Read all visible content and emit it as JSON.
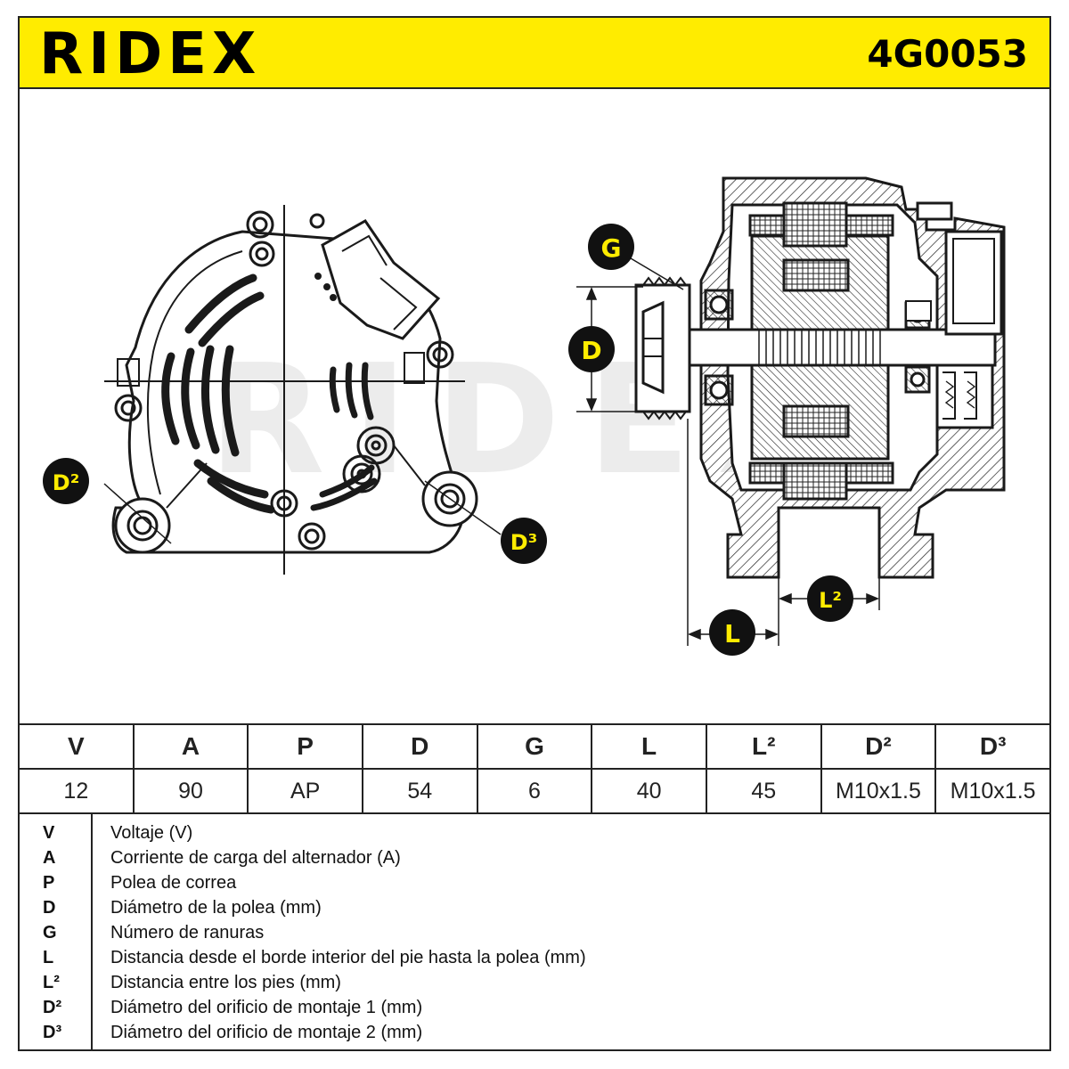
{
  "header": {
    "brand": "RIDEX",
    "part_number": "4G0053"
  },
  "watermark": "RIDEX",
  "callouts": {
    "G": "G",
    "D": "D",
    "D2": "D²",
    "D3": "D³",
    "L": "L",
    "L2": "L²"
  },
  "specs": {
    "headers": [
      "V",
      "A",
      "P",
      "D",
      "G",
      "L",
      "L²",
      "D²",
      "D³"
    ],
    "values": [
      "12",
      "90",
      "AP",
      "54",
      "6",
      "40",
      "45",
      "M10x1.5",
      "M10x1.5"
    ]
  },
  "legend": [
    {
      "symbol": "V",
      "text": "Voltaje (V)"
    },
    {
      "symbol": "A",
      "text": "Corriente de carga del alternador (A)"
    },
    {
      "symbol": "P",
      "text": "Polea de correa"
    },
    {
      "symbol": "D",
      "text": "Diámetro de la polea (mm)"
    },
    {
      "symbol": "G",
      "text": "Número de ranuras"
    },
    {
      "symbol": "L",
      "text": "Distancia desde el borde interior del pie hasta la polea (mm)"
    },
    {
      "symbol": "L²",
      "text": "Distancia entre los pies (mm)"
    },
    {
      "symbol": "D²",
      "text": "Diámetro del orificio de montaje 1 (mm)"
    },
    {
      "symbol": "D³",
      "text": "Diámetro del orificio de montaje 2 (mm)"
    }
  ],
  "colors": {
    "accent": "#ffec00",
    "ink": "#1a1a1a",
    "watermark": "#ececec"
  }
}
